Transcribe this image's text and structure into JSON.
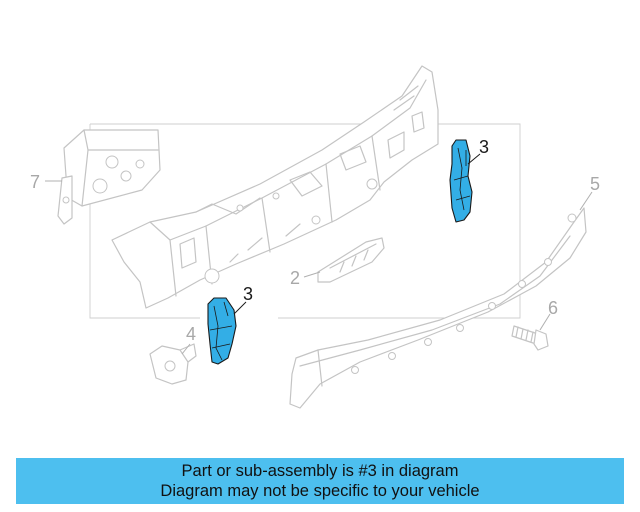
{
  "callouts": {
    "c1": "3",
    "c2": "3",
    "c3": "7",
    "c4": "2",
    "c5": "5",
    "c6": "4",
    "c7": "6"
  },
  "highlight_color": "#33aee6",
  "banner": {
    "background": "#4dbfef",
    "line1": "Part or sub-assembly is #3 in diagram",
    "line2": "Diagram may not be specific to your vehicle"
  }
}
